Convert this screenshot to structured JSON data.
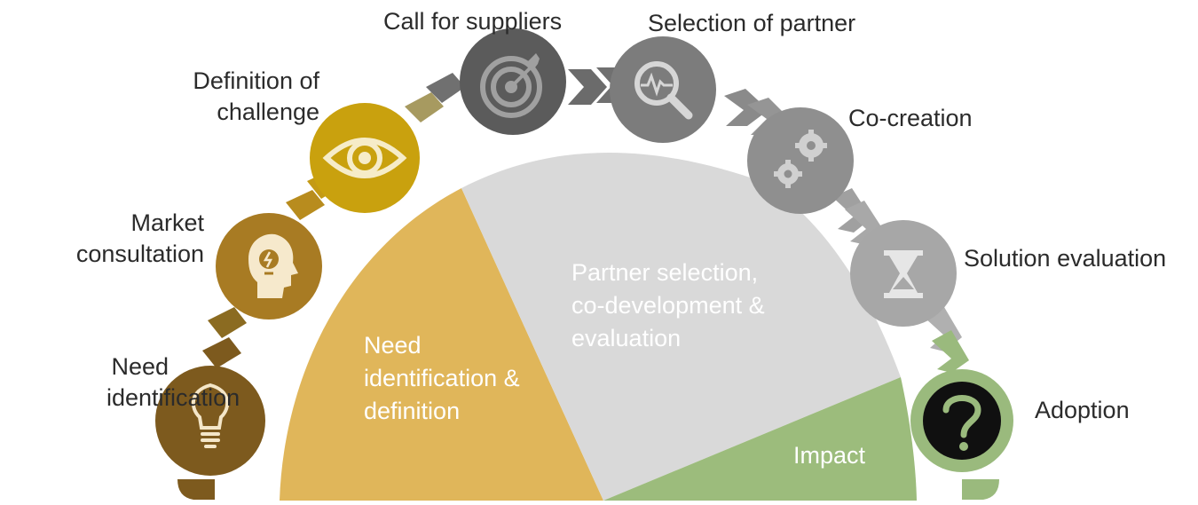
{
  "steps": [
    {
      "label": "Need identification",
      "color": "#7d5a1e",
      "icon": "lightbulb-icon"
    },
    {
      "label": "Market consultation",
      "color": "#a87b23",
      "icon": "head-idea-icon"
    },
    {
      "label": "Definition of challenge",
      "color": "#c9a10e",
      "icon": "eye-icon"
    },
    {
      "label": "Call for suppliers",
      "color": "#5b5b5b",
      "icon": "target-icon"
    },
    {
      "label": "Selection of partner",
      "color": "#7c7c7c",
      "icon": "magnifier-icon"
    },
    {
      "label": "Co-creation",
      "color": "#8f8f8f",
      "icon": "gears-icon"
    },
    {
      "label": "Solution evaluation",
      "color": "#a7a7a7",
      "icon": "hourglass-icon"
    },
    {
      "label": "Adoption",
      "color": "#9aba7d",
      "icon": "question-icon"
    }
  ],
  "segments": [
    {
      "label": "Need identification & definition",
      "color": "#e0b65a"
    },
    {
      "label": "Partner selection, co-development & evaluation",
      "color": "#d9d9d9"
    },
    {
      "label": "Impact",
      "color": "#9cbc7c"
    }
  ]
}
